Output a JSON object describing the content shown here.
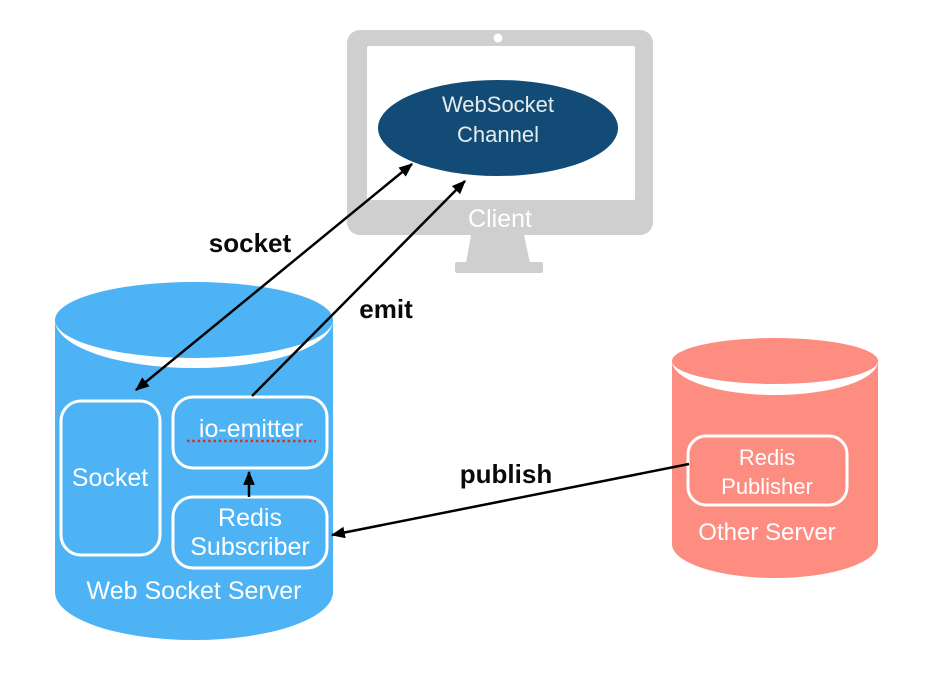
{
  "colors": {
    "server_blue": "#4DB3F4",
    "server_red": "#FD8D81",
    "channel_navy": "#124C76",
    "monitor_gray": "#CFCFCF",
    "arrow_black": "#000000",
    "spellcheck_red": "#E02B20"
  },
  "client": {
    "label": "Client",
    "channel": {
      "line1": "WebSocket",
      "line2": "Channel"
    }
  },
  "web_socket_server": {
    "label": "Web Socket Server",
    "socket": "Socket",
    "io_emitter": "io-emitter",
    "redis_subscriber": {
      "line1": "Redis",
      "line2": "Subscriber"
    }
  },
  "other_server": {
    "label": "Other Server",
    "redis_publisher": {
      "line1": "Redis",
      "line2": "Publisher"
    }
  },
  "arrows": {
    "socket": "socket",
    "emit": "emit",
    "publish": "publish"
  }
}
